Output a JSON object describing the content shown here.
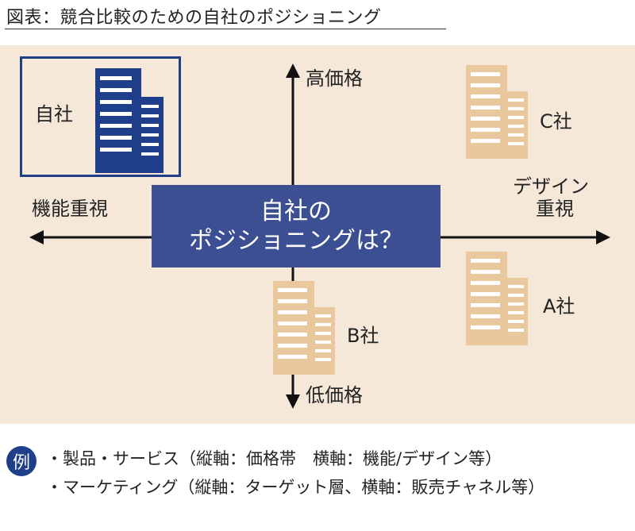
{
  "title": "図表：競合比較のための自社のポジショニング",
  "axes": {
    "top": "高価格",
    "bottom": "低価格",
    "left": "機能重視",
    "right_line1": "デザイン",
    "right_line2": "重視"
  },
  "center": {
    "line1": "自社の",
    "line2": "ポジショニングは？"
  },
  "companies": {
    "self": "自社",
    "a": "A社",
    "b": "B社",
    "c": "C社"
  },
  "colors": {
    "panel_bg": "#f5e8d8",
    "self_blue": "#1f3f8a",
    "competitor_tan": "#e9c89e",
    "center_box": "#3c4f93"
  },
  "example": {
    "badge": "例",
    "line1": "・製品・サービス（縦軸：価格帯　横軸：機能/デザイン等）",
    "line2": "・マーケティング（縦軸：ターゲット層、横軸：販売チャネル等）"
  }
}
